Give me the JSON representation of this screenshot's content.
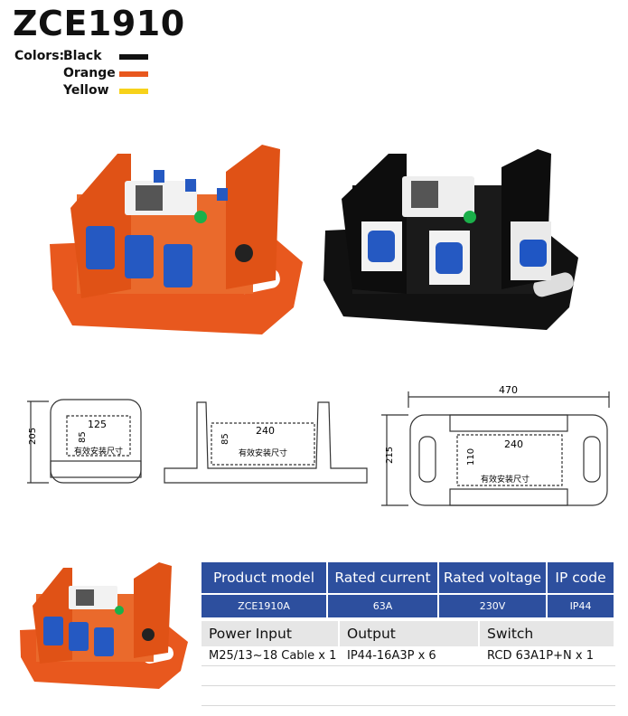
{
  "title": "ZCE1910",
  "colors": {
    "label": "Colors:",
    "items": [
      {
        "name": "Black",
        "hex": "#111111"
      },
      {
        "name": "Orange",
        "hex": "#e8581e"
      },
      {
        "name": "Yellow",
        "hex": "#f7d21a"
      }
    ]
  },
  "drawings": {
    "front": {
      "height": "205",
      "width": "125",
      "depth": "85",
      "note": "有效安装尺寸"
    },
    "side": {
      "width": "240",
      "depth": "85",
      "note": "有效安装尺寸"
    },
    "top": {
      "total_width": "470",
      "width": "240",
      "height": "215",
      "depth": "110",
      "note": "有效安装尺寸"
    }
  },
  "spec": {
    "headers": [
      "Product model",
      "Rated current",
      "Rated voltage",
      "IP code"
    ],
    "values": [
      "ZCE1910A",
      "63A",
      "230V",
      "IP44"
    ],
    "sub_headers": [
      "Power Input",
      "Output",
      "Switch"
    ],
    "sub_values": [
      "M25/13~18 Cable  x 1",
      "IP44-16A3P  x 6",
      "RCD 63A1P+N  x 1"
    ]
  }
}
